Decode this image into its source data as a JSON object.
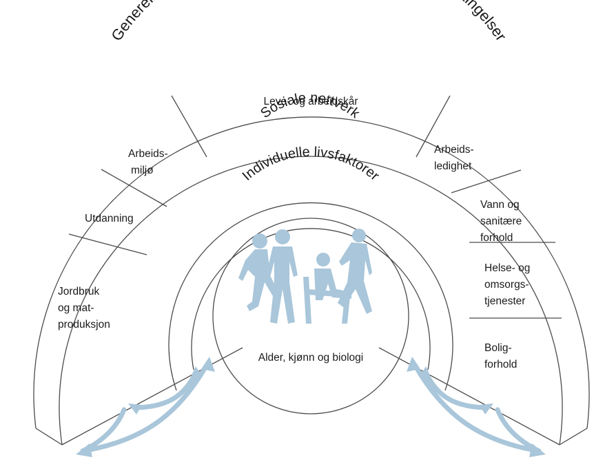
{
  "diagram": {
    "outer_ring_title": "Generelle sosioøkonomiske, kulturelle og miljømessige betingelser",
    "social_ring_title": "Sosiale nettverk",
    "individual_ring_title": "Individuelle livsfaktorer",
    "core_label": "Alder, kjønn og biologi",
    "sectors": {
      "top": [
        "Leve- og arbeidskår"
      ],
      "arbeidsmiljo": [
        "Arbeids-",
        "miljø"
      ],
      "utdanning": [
        "Utdanning"
      ],
      "jordbruk": [
        "Jordbruk",
        "og mat-",
        "produksjon"
      ],
      "arbeidsledighet": [
        "Arbeids-",
        "ledighet"
      ],
      "vann": [
        "Vann og",
        "sanitære",
        "forhold"
      ],
      "helse": [
        "Helse- og",
        "omsorgs-",
        "tjenester"
      ],
      "bolig": [
        "Bolig-",
        "forhold"
      ]
    },
    "colors": {
      "lines": "#4a4a4a",
      "accent": "#a9c6da",
      "text": "#1a1a1a"
    },
    "icons": [
      "people-silhouette-icon",
      "curved-double-arrow-icon"
    ]
  }
}
